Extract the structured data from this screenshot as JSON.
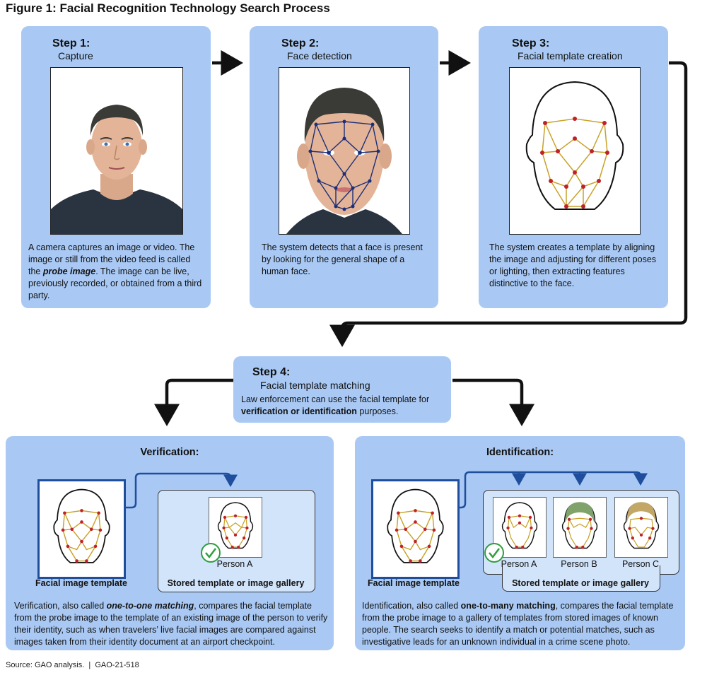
{
  "figure_title": "Figure 1: Facial Recognition Technology Search Process",
  "steps": [
    {
      "number": "Step 1:",
      "name": "Capture",
      "desc_pre": "A camera captures an image or video. The image or still from the video feed is called the ",
      "desc_bold": "probe image",
      "desc_post": ". The image can be live, previously recorded, or obtained from a third party."
    },
    {
      "number": "Step 2:",
      "name": "Face detection",
      "desc": "The system detects that a face is present by looking for the general shape of a human face."
    },
    {
      "number": "Step 3:",
      "name": "Facial template creation",
      "desc": "The system creates a template by aligning the image and adjusting for different poses or lighting, then extracting features distinctive to the face."
    }
  ],
  "step4": {
    "number": "Step 4:",
    "name": "Facial template matching",
    "desc_pre": "Law enforcement can use the facial template for ",
    "desc_bold": "verification or identification",
    "desc_post": " purposes."
  },
  "verification": {
    "title": "Verification:",
    "template_caption": "Facial image template",
    "person_label": "Person A",
    "gallery_caption": "Stored template or image gallery",
    "desc_pre": "Verification, also called ",
    "desc_bold": "one-to-one matching",
    "desc_post": ", compares the facial template from the probe image to the template of an existing image of the person to verify their identity, such as when travelers’ live facial images are compared against images taken from their identity document at an airport checkpoint."
  },
  "identification": {
    "title": "Identification:",
    "template_caption": "Facial image template",
    "persons": [
      "Person A",
      "Person B",
      "Person C"
    ],
    "gallery_caption": "Stored template or image gallery",
    "desc_pre": "Identification, also called ",
    "desc_bold": "one-to-many matching",
    "desc_post": ", compares the facial template from the probe image to a gallery of templates from stored images of known people. The search seeks to identify a match or potential matches, such as investigative leads for an unknown individual in a crime scene photo."
  },
  "source": "Source: GAO analysis.  |  GAO-21-518",
  "colors": {
    "panel": "#a9c9f4",
    "gallery": "#d2e4fa",
    "arrow_black": "#111111",
    "arrow_blue": "#1f4e9c",
    "template_line": "#c9a227",
    "template_dot": "#c0202a",
    "check": "#2e9e3e"
  }
}
